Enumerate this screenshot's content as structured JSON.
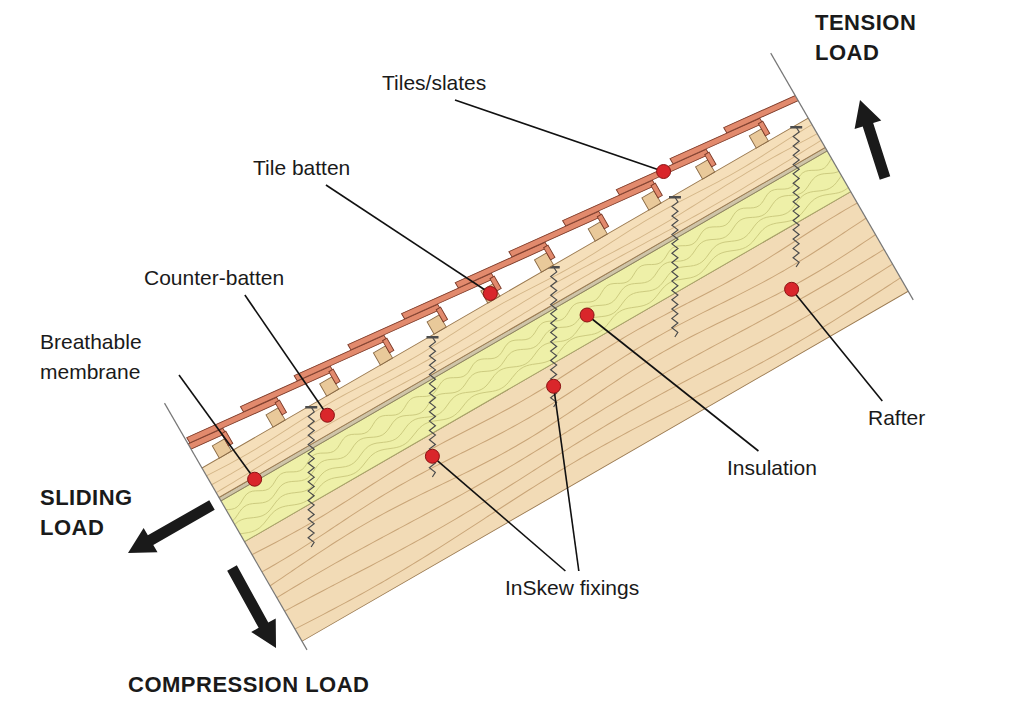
{
  "diagram": {
    "labels": [
      "TENSION LOAD",
      "Tiles/slates",
      "Tile batten",
      "Counter-batten",
      "Breathable membrane",
      "Insulation",
      "Rafter",
      "SLIDING LOAD",
      "InSkew fixings",
      "COMPRESSION LOAD"
    ]
  }
}
